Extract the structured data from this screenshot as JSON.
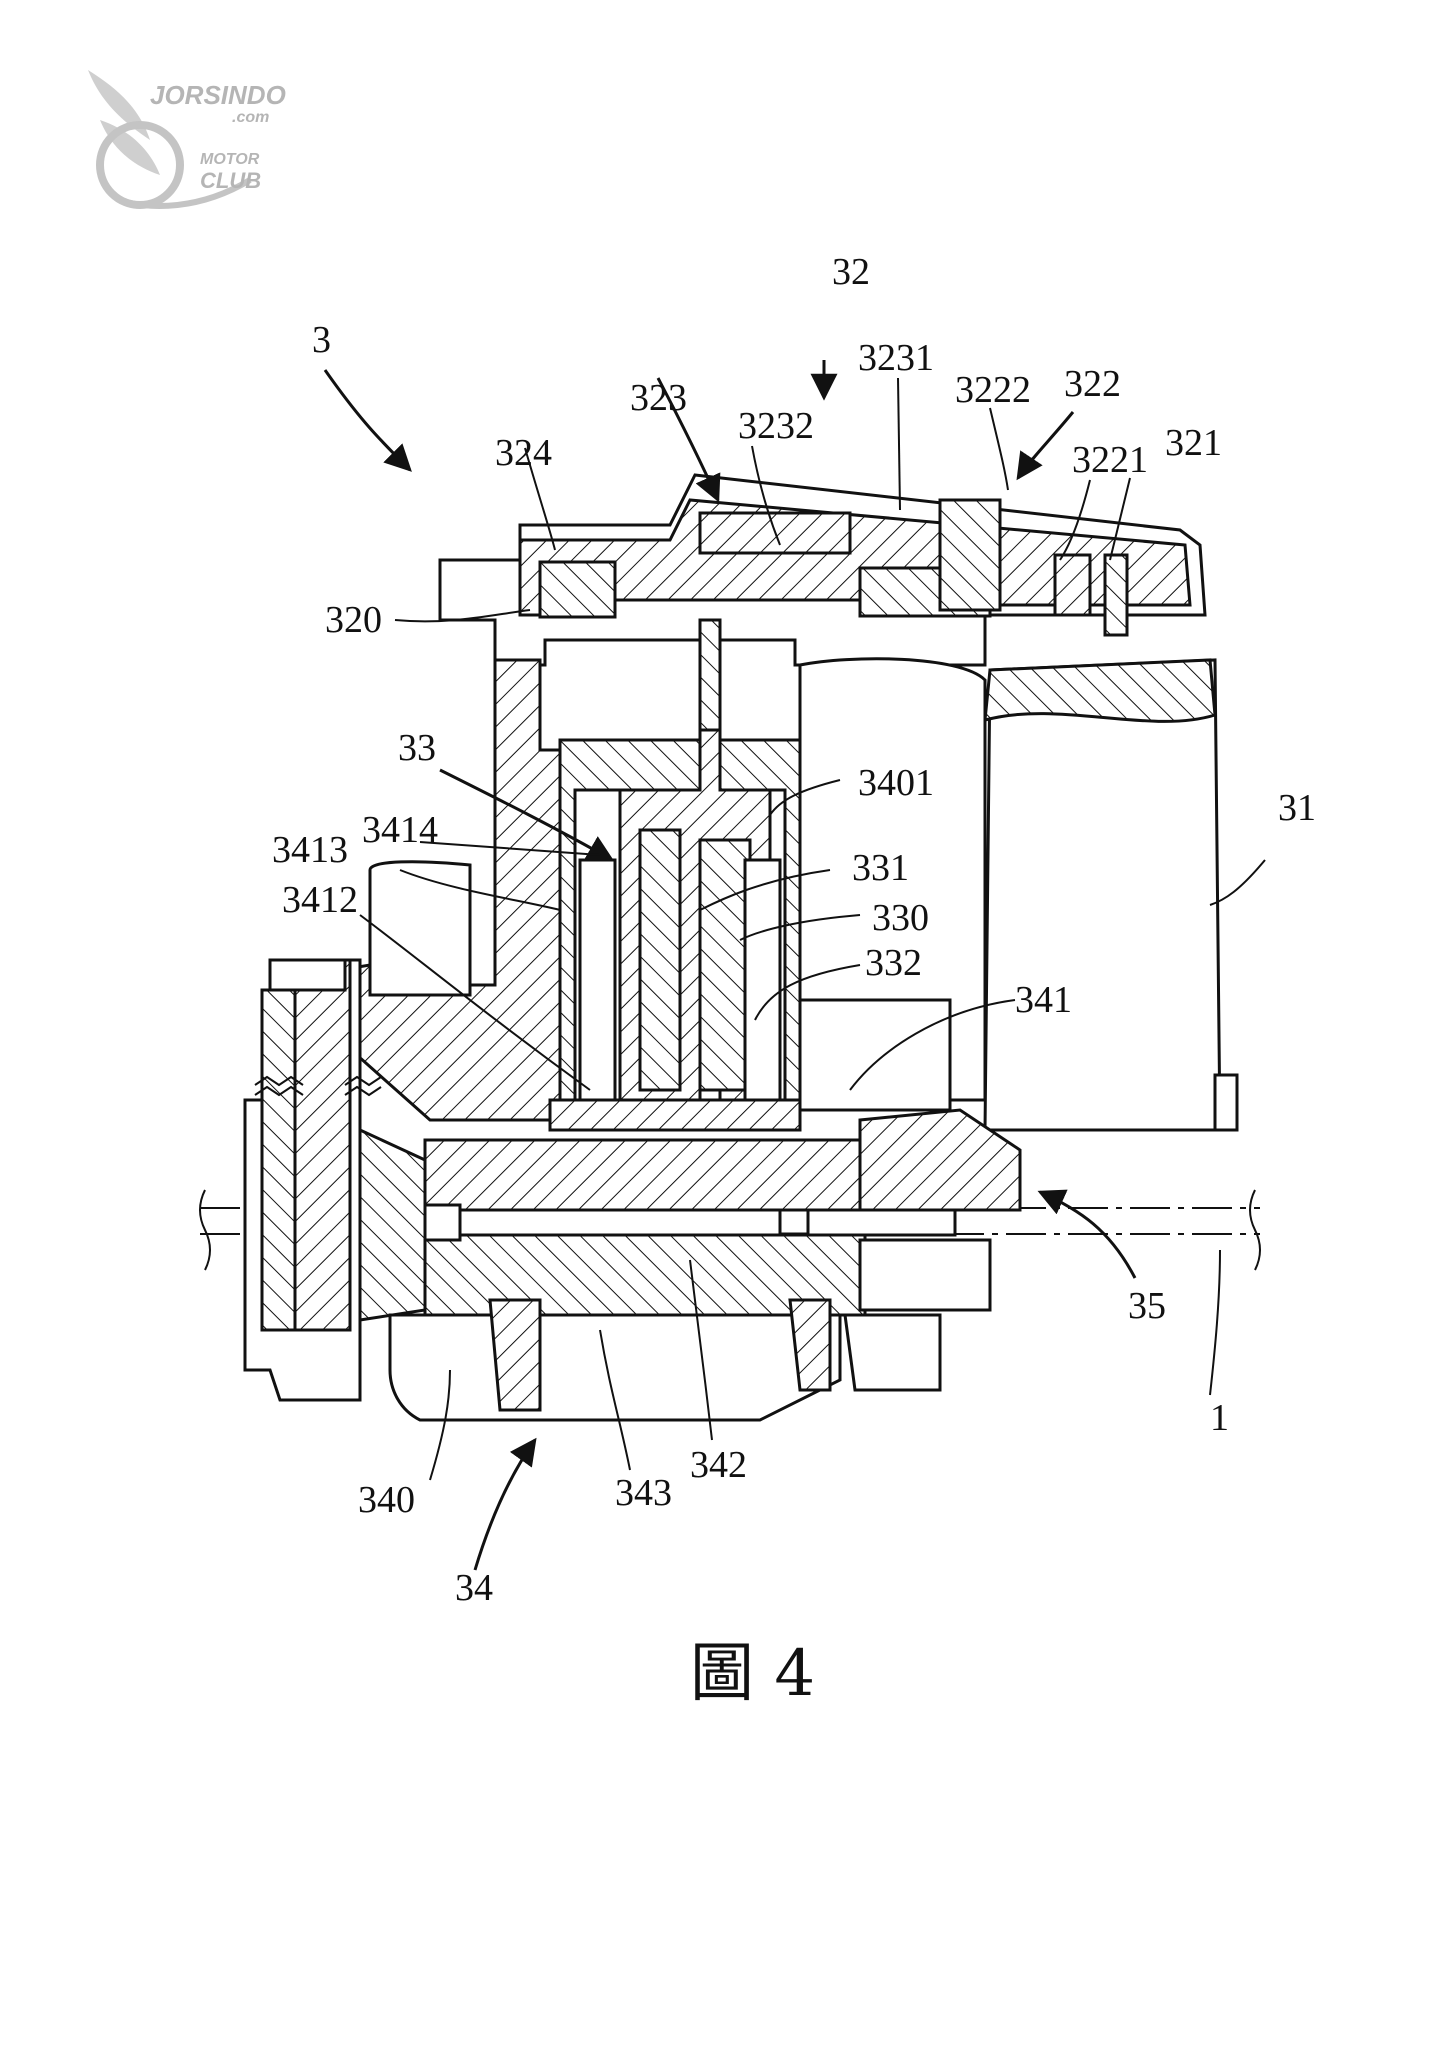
{
  "watermark": {
    "brand": "JORSINDO",
    "domain": ".com",
    "line1": "MOTOR",
    "line2": "CLUB"
  },
  "figure": {
    "caption": "圖 4"
  },
  "labels": {
    "l3": "3",
    "l32": "32",
    "l323": "323",
    "l3231": "3231",
    "l3232": "3232",
    "l3222": "3222",
    "l322": "322",
    "l3221": "3221",
    "l321": "321",
    "l324": "324",
    "l320": "320",
    "l33": "33",
    "l3401": "3401",
    "l31": "31",
    "l3414": "3414",
    "l3413": "3413",
    "l331": "331",
    "l3412": "3412",
    "l330": "330",
    "l332": "332",
    "l341": "341",
    "l35": "35",
    "l1": "1",
    "l340": "340",
    "l343": "343",
    "l342": "342",
    "l34": "34"
  }
}
